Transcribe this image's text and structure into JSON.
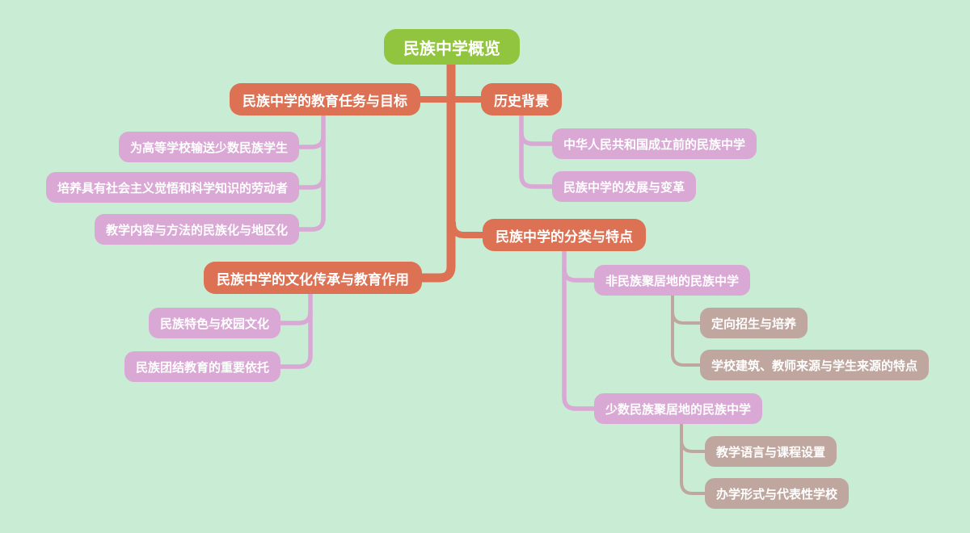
{
  "colors": {
    "background": "#c9edd4",
    "root_fill": "#91c53f",
    "branch_fill": "#dd7154",
    "child_fill": "#d9a8d4",
    "grandchild_fill": "#bfa7a0",
    "text": "#ffffff",
    "trunk_line": "#dd7154",
    "child_line": "#d9a8d4",
    "grandchild_line": "#bfa7a0"
  },
  "mindmap": {
    "root": {
      "label": "民族中学概览"
    },
    "branches": [
      {
        "label": "民族中学的教育任务与目标",
        "side": "left",
        "children": [
          {
            "label": "为高等学校输送少数民族学生"
          },
          {
            "label": "培养具有社会主义觉悟和科学知识的劳动者"
          },
          {
            "label": "教学内容与方法的民族化与地区化"
          }
        ]
      },
      {
        "label": "历史背景",
        "side": "right",
        "children": [
          {
            "label": "中华人民共和国成立前的民族中学"
          },
          {
            "label": "民族中学的发展与变革"
          }
        ]
      },
      {
        "label": "民族中学的分类与特点",
        "side": "right",
        "children": [
          {
            "label": "非民族聚居地的民族中学",
            "children": [
              {
                "label": "定向招生与培养"
              },
              {
                "label": "学校建筑、教师来源与学生来源的特点"
              }
            ]
          },
          {
            "label": "少数民族聚居地的民族中学",
            "children": [
              {
                "label": "教学语言与课程设置"
              },
              {
                "label": "办学形式与代表性学校"
              }
            ]
          }
        ]
      },
      {
        "label": "民族中学的文化传承与教育作用",
        "side": "left",
        "children": [
          {
            "label": "民族特色与校园文化"
          },
          {
            "label": "民族团结教育的重要依托"
          }
        ]
      }
    ]
  }
}
